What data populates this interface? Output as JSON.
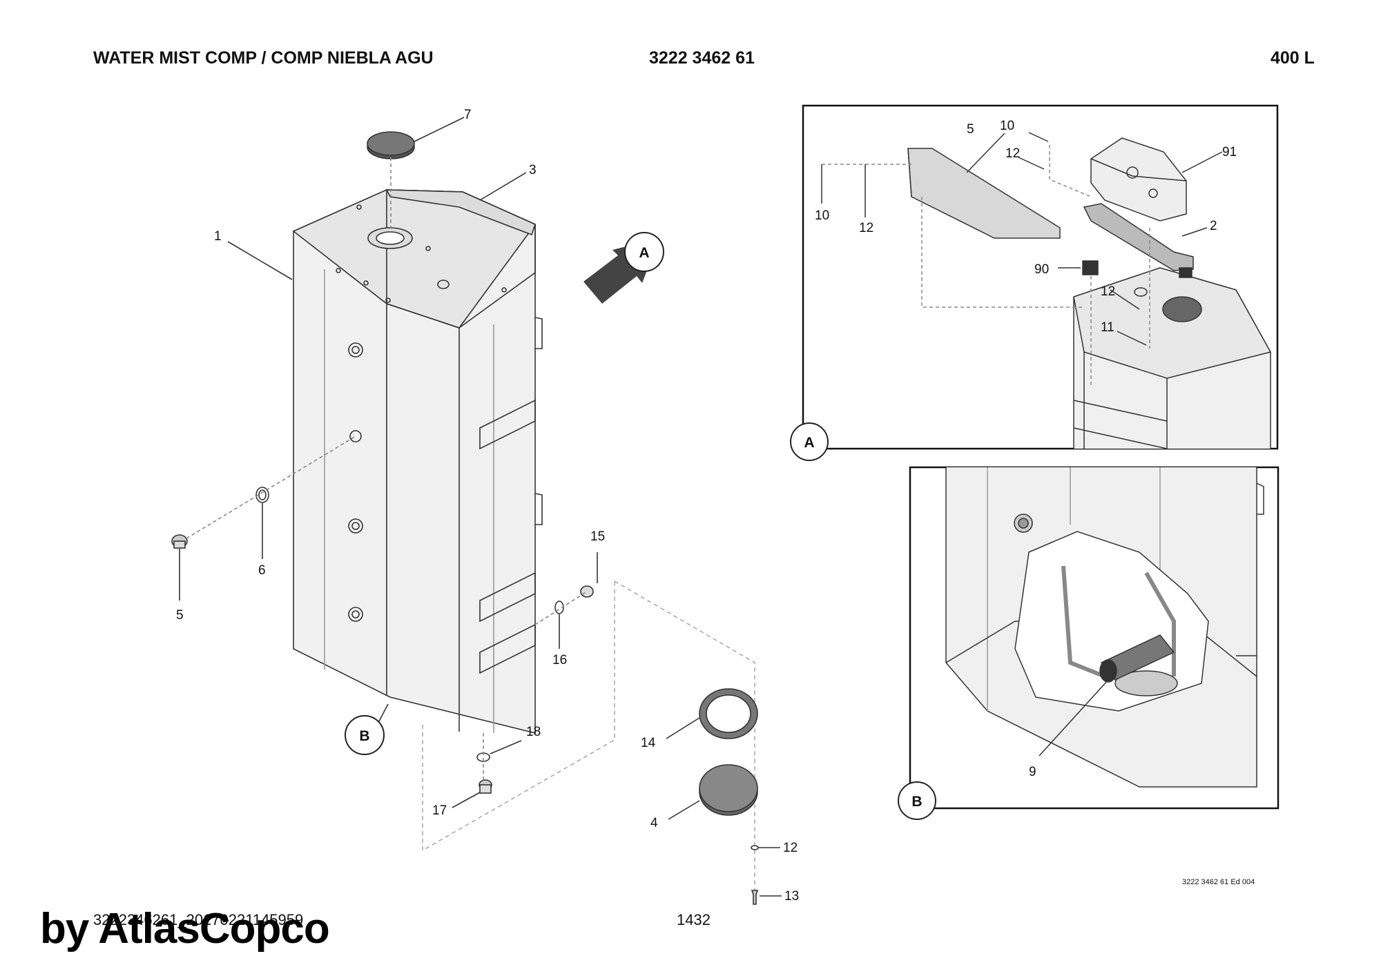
{
  "header": {
    "title": "WATER MIST COMP / COMP NIEBLA AGU",
    "part_number": "3222 3462 61",
    "model": "400 L"
  },
  "main_view": {
    "callouts": [
      "1",
      "3",
      "7",
      "6",
      "5",
      "15",
      "16",
      "18",
      "17",
      "14",
      "4",
      "12",
      "13"
    ],
    "view_marks": [
      "A",
      "B"
    ]
  },
  "detail_a": {
    "label": "A",
    "callouts": [
      "10",
      "12",
      "5",
      "10",
      "12",
      "91",
      "2",
      "90",
      "12",
      "11"
    ]
  },
  "detail_b": {
    "label": "B",
    "callouts": [
      "9"
    ]
  },
  "footer": {
    "reference_code": "3222 3462 61 Ed 004",
    "document_id": "3222346261_20170221145959",
    "page_number": "1432",
    "watermark": "by AtlasCopco"
  }
}
